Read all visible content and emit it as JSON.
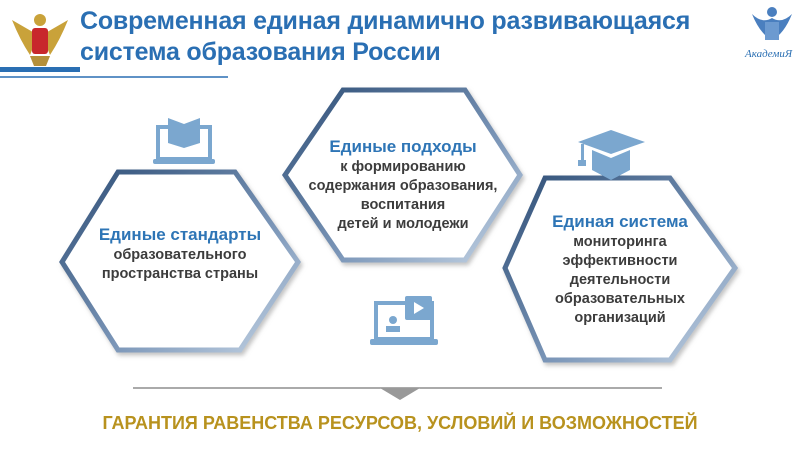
{
  "header": {
    "title_line1": "Современная единая динамично развивающаяся",
    "title_line2": "система образования России",
    "right_logo_text": "АкадемиЯ"
  },
  "blocks": [
    {
      "heading": "Единые стандарты",
      "lines": [
        "образовательного",
        "пространства страны"
      ],
      "icon": "laptop-book-icon"
    },
    {
      "heading": "Единые подходы",
      "lines": [
        "к формированию",
        "содержания образования,",
        "воспитания",
        "детей и молодежи"
      ],
      "icon": "video-lesson-icon"
    },
    {
      "heading": "Единая система",
      "lines": [
        "мониторинга",
        "эффективности",
        "деятельности",
        "образовательных",
        "организаций"
      ],
      "icon": "graduation-cap-icon"
    }
  ],
  "footer": {
    "text": "ГАРАНТИЯ РАВЕНСТВА РЕСУРСОВ, УСЛОВИЙ И ВОЗМОЖНОСТЕЙ"
  },
  "colors": {
    "title": "#2a6fb3",
    "heading": "#2e75b6",
    "footer": "#b8921e",
    "icon": "#7ba7cf"
  }
}
